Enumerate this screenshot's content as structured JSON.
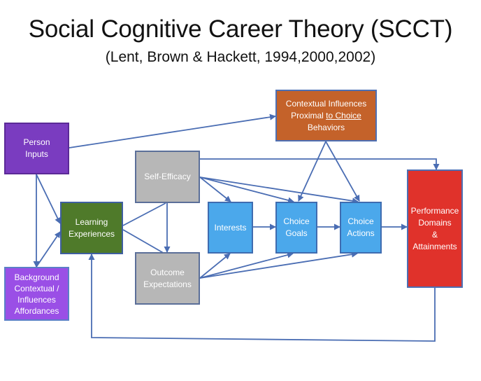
{
  "title": "Social Cognitive Career Theory (SCCT)",
  "subtitle": "(Lent, Brown & Hackett, 1994,2000,2002)",
  "colors": {
    "arrow": "#4a6db3",
    "person_inputs": "#7a3cc0",
    "background": "#9a4fe6",
    "learning": "#4f7a2a",
    "self_efficacy": "#b7b7b7",
    "outcome": "#b7b7b7",
    "interests": "#4ba8eb",
    "choice": "#4ba8eb",
    "contextual": "#c4622a",
    "performance": "#e0322b"
  },
  "nodes": {
    "person_inputs": [
      "Person",
      "Inputs"
    ],
    "background": [
      "Background",
      "Contextual /",
      "Influences",
      "Affordances"
    ],
    "learning": [
      "Learning",
      "Experiences"
    ],
    "self_efficacy": [
      "Self-Efficacy"
    ],
    "outcome": [
      "Outcome",
      "Expectations"
    ],
    "interests": [
      "Interests"
    ],
    "choice_goals": [
      "Choice",
      "Goals"
    ],
    "choice_actions": [
      "Choice",
      "Actions"
    ],
    "contextual": {
      "line1": "Contextual Influences",
      "line2_pre": "Proximal ",
      "line2_link": "to Choice",
      "line3": "Behaviors"
    },
    "performance": [
      "Performance",
      "Domains",
      "&",
      "Attainments"
    ]
  }
}
